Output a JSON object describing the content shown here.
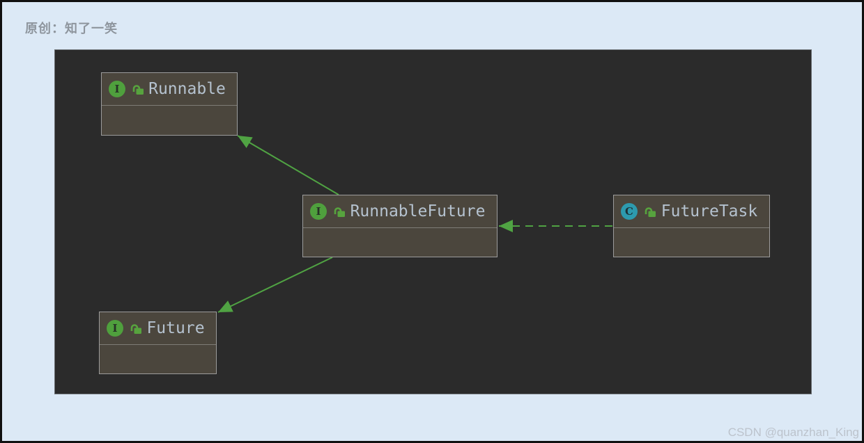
{
  "page": {
    "author_label": "原创：知了一笑",
    "watermark": "CSDN @quanzhan_King",
    "background_color": "#dce9f6"
  },
  "diagram": {
    "tool_style": "IDE UML class diagram (dark canvas)",
    "canvas_color": "#2b2b2b",
    "node_fill": "#4b463d",
    "node_border": "#9c9c9c",
    "edge_color": "#50a343",
    "label_color": "#b5c2cf",
    "icon_colors": {
      "interface": "#4fa03d",
      "class": "#2d9aae",
      "lock": "#57a33e"
    },
    "nodes": [
      {
        "id": "runnable",
        "label": "Runnable",
        "type": "interface",
        "icon_letter": "I",
        "visibility": "public"
      },
      {
        "id": "runnable-future",
        "label": "RunnableFuture",
        "type": "interface",
        "icon_letter": "I",
        "visibility": "public"
      },
      {
        "id": "future-task",
        "label": "FutureTask",
        "type": "class",
        "icon_letter": "C",
        "visibility": "public"
      },
      {
        "id": "future",
        "label": "Future",
        "type": "interface",
        "icon_letter": "I",
        "visibility": "public"
      }
    ],
    "edges": [
      {
        "from": "RunnableFuture",
        "to": "Runnable",
        "style": "solid",
        "meaning": "extends"
      },
      {
        "from": "RunnableFuture",
        "to": "Future",
        "style": "solid",
        "meaning": "extends"
      },
      {
        "from": "FutureTask",
        "to": "RunnableFuture",
        "style": "dashed",
        "meaning": "implements"
      }
    ]
  }
}
